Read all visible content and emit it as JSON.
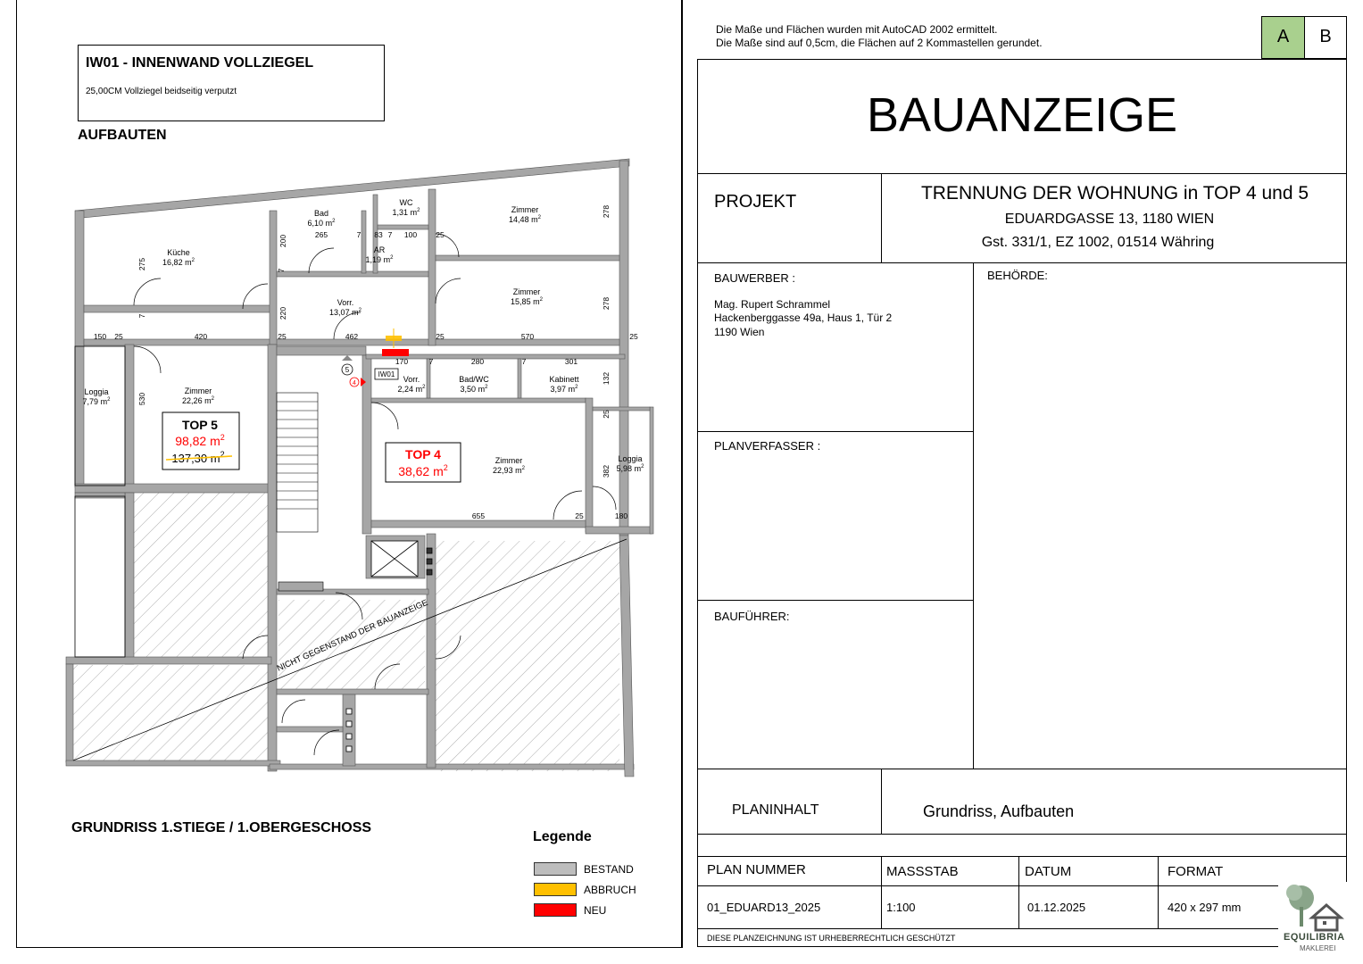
{
  "wall_type": {
    "title": "IW01 - INNENWAND VOLLZIEGEL",
    "description": "25,00CM Vollziegel beidseitig verputzt"
  },
  "section_label": "AUFBAUTEN",
  "plan_caption": "GRUNDRISS 1.STIEGE / 1.OBERGESCHOSS",
  "legend": {
    "title": "Legende",
    "items": [
      {
        "label": "BESTAND",
        "color": "#bdbdbd"
      },
      {
        "label": "ABBRUCH",
        "color": "#ffc000"
      },
      {
        "label": "NEU",
        "color": "#ff0000"
      }
    ]
  },
  "floorplan": {
    "rooms": [
      {
        "name": "Küche",
        "area": "16,82"
      },
      {
        "name": "Bad",
        "area": "6,10"
      },
      {
        "name": "WC",
        "area": "1,31"
      },
      {
        "name": "AR",
        "area": "1,19"
      },
      {
        "name": "Zimmer",
        "area": "14,48"
      },
      {
        "name": "Vorr.",
        "area": "13,07"
      },
      {
        "name": "Zimmer",
        "area": "15,85"
      },
      {
        "name": "Loggia",
        "area": "7,79"
      },
      {
        "name": "Zimmer",
        "area": "22,26"
      },
      {
        "name": "Vorr.",
        "area": "2,24"
      },
      {
        "name": "Bad/WC",
        "area": "3,50"
      },
      {
        "name": "Kabinett",
        "area": "3,97"
      },
      {
        "name": "Zimmer",
        "area": "22,93"
      },
      {
        "name": "Loggia",
        "area": "5,98"
      }
    ],
    "area_unit": "m",
    "area_exp": "2",
    "dimensions": [
      "150",
      "25",
      "420",
      "25",
      "462",
      "170",
      "7",
      "280",
      "7",
      "301",
      "25",
      "570",
      "25",
      "265",
      "7",
      "83",
      "7",
      "100",
      "25",
      "200",
      "7",
      "275",
      "220",
      "7",
      "530",
      "278",
      "278",
      "132",
      "25",
      "382",
      "655",
      "25",
      "180"
    ],
    "top5": {
      "label": "TOP 5",
      "area": "98,82",
      "old_area": "137,30"
    },
    "top4": {
      "label": "TOP 4",
      "area": "38,62"
    },
    "wall_tag": "IW01",
    "stair_marker": "5",
    "note_marker": "4",
    "hatch_note": "NICHT GEGENSTAND DER BAUANZEIGE"
  },
  "title_block": {
    "note_line1": "Die Maße und Flächen wurden mit AutoCAD 2002 ermittelt.",
    "note_line2": "Die Maße sind auf 0,5cm, die Flächen auf 2 Kommastellen gerundet.",
    "format_a": "A",
    "format_b": "B",
    "main_title": "BAUANZEIGE",
    "project_label": "PROJEKT",
    "project_title": "TRENNUNG DER WOHNUNG in TOP 4 und 5",
    "project_address": "EDUARDGASSE 13, 1180 WIEN",
    "project_parcel": "Gst. 331/1, EZ 1002, 01514 Währing",
    "bauwerber_label": "BAUWERBER :",
    "bauwerber_name": "Mag. Rupert Schrammel",
    "bauwerber_street": "Hackenberggasse 49a, Haus 1, Tür 2",
    "bauwerber_city": "1190 Wien",
    "behoerde_label": "BEHÖRDE:",
    "planverfasser_label": "PLANVERFASSER :",
    "baufuehrer_label": "BAUFÜHRER:",
    "planinhalt_label": "PLANINHALT",
    "planinhalt_value": "Grundriss, Aufbauten",
    "plan_nummer_label": "PLAN NUMMER",
    "plan_nummer_value": "01_EDUARD13_2025",
    "massstab_label": "MASSSTAB",
    "massstab_value": "1:100",
    "datum_label": "DATUM",
    "datum_value": "01.12.2025",
    "format_label": "FORMAT",
    "format_value": "420 x 297 mm",
    "copyright": "DIESE PLANZEICHNUNG IST URHEBERRECHTLICH GESCHÜTZT",
    "logo_name": "EQUILIBRIA",
    "logo_sub": "MAKLEREI"
  },
  "colors": {
    "wall": "#a6a6a6",
    "highlight_green": "#a9d08e",
    "red": "#ff0000",
    "yellow": "#ffc000"
  }
}
